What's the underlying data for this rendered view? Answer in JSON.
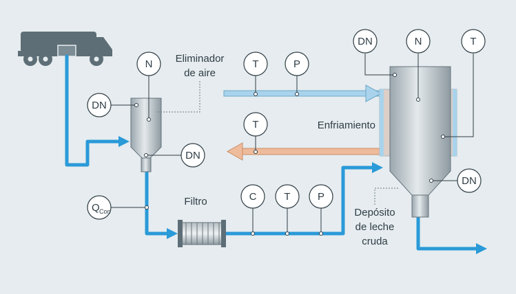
{
  "labels": {
    "air_eliminator_line1": "Eliminador",
    "air_eliminator_line2": "de aire",
    "cooling": "Enfriamiento",
    "filter": "Filtro",
    "tank_line1": "Depósito",
    "tank_line2": "de leche",
    "tank_line3": "cruda"
  },
  "instruments": {
    "eliminator_level": "N",
    "eliminator_density_top": "DN",
    "eliminator_density_bottom": "DN",
    "flow_main": "Q",
    "flow_sub": "Con",
    "cool_in_temperature": "T",
    "cool_in_pressure": "P",
    "cool_out_temperature": "T",
    "line_conductivity": "C",
    "line_temperature": "T",
    "line_pressure": "P",
    "tank_density_top": "DN",
    "tank_level": "N",
    "tank_temperature": "T",
    "tank_density_bottom": "DN"
  },
  "colors": {
    "background": "#e6ecef",
    "milk_pipe": "#2a9ad8",
    "coolant_in": "#a9d3ec",
    "coolant_out": "#eebb9b",
    "vessel": "#c0c9ce",
    "truck": "#5d6e77"
  }
}
